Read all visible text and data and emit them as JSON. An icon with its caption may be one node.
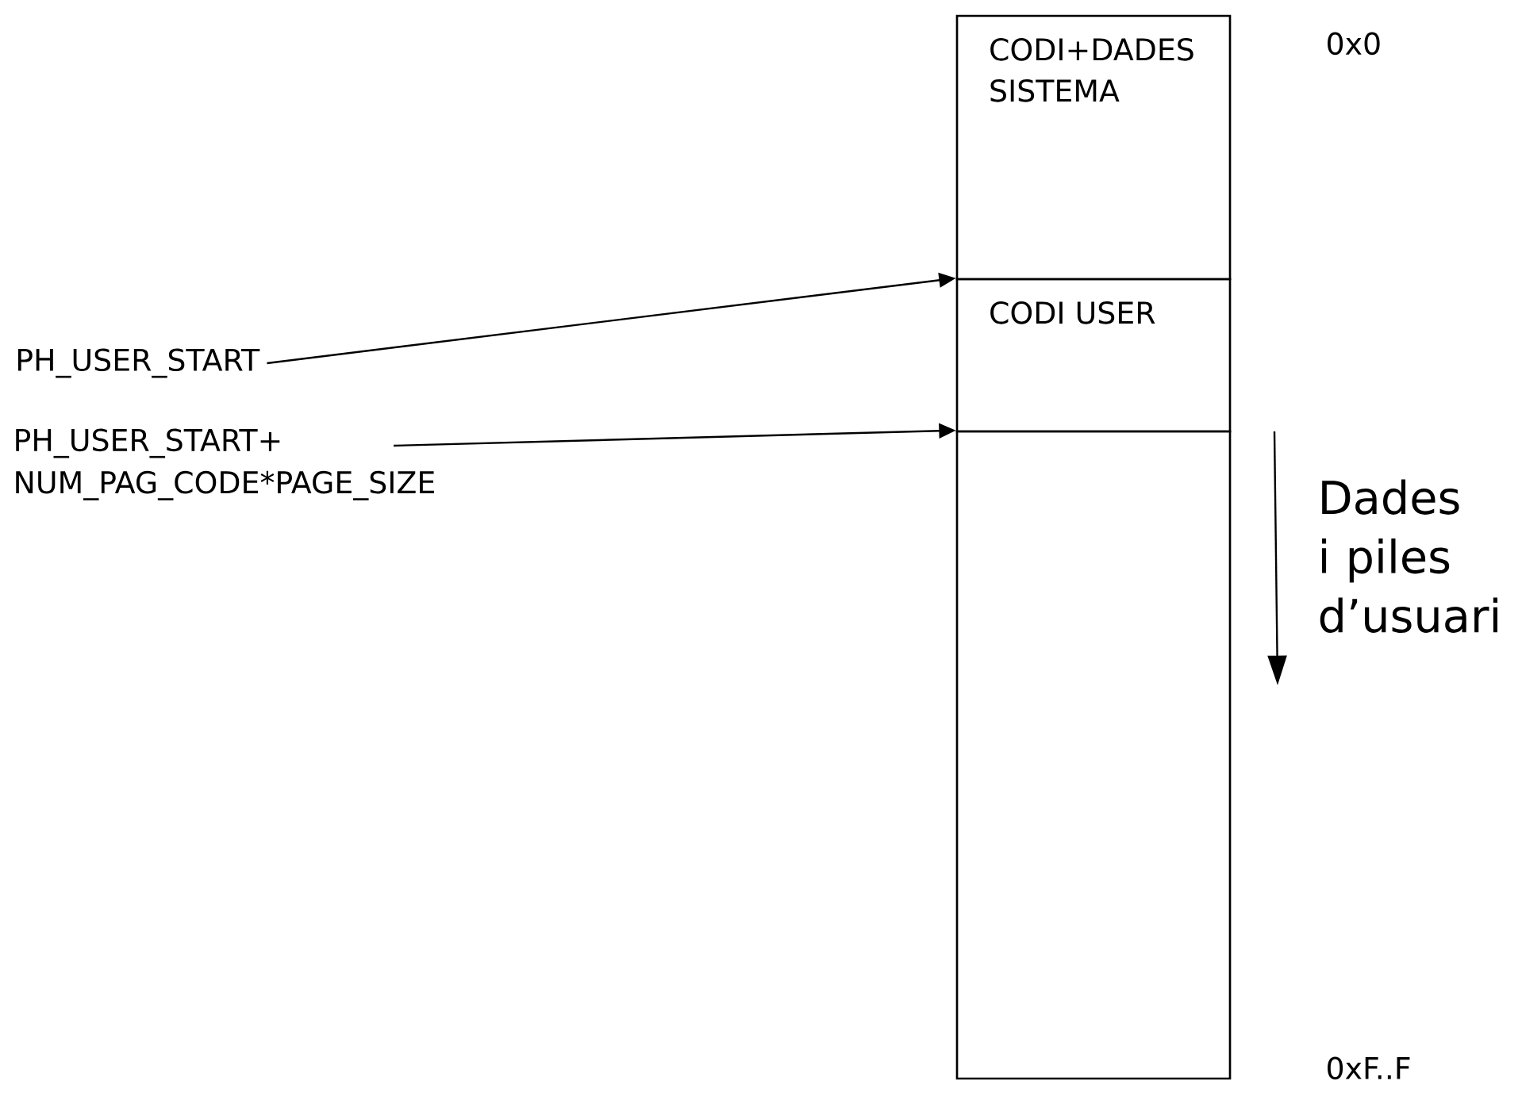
{
  "diagram": {
    "nodes": [
      {
        "text": [
          "CODI+DADES SISTEMA"
        ]
      },
      {
        "text": [
          "CODI USER"
        ]
      },
      {
        "text": [],
        "shape": "box"
      },
      {
        "text": [
          "PH_USER_START"
        ]
      },
      {
        "text": [
          "PH_USER_START+ NUM_PAG_CODE*PAGE_SIZE"
        ]
      }
    ],
    "edges": [
      {
        "from": 3,
        "to": 1,
        "arrow": "to"
      },
      {
        "from": 4,
        "to": 2,
        "arrow": "to"
      }
    ],
    "labels": [
      "0x0",
      "Dades i piles d’usuari",
      "0xF..F"
    ]
  }
}
